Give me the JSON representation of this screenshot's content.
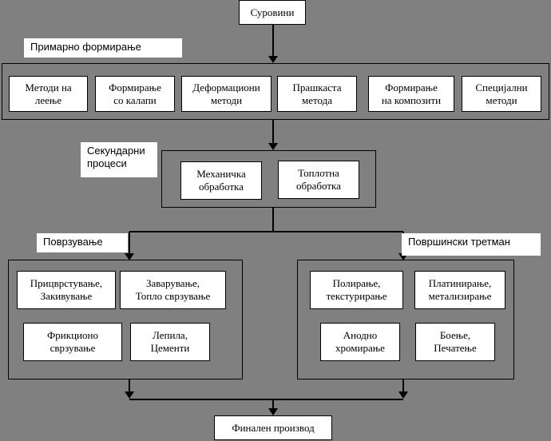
{
  "colors": {
    "background": "#808080",
    "box_fill": "#ffffff",
    "line": "#000000"
  },
  "diagram": {
    "raw_materials": "Суровини",
    "final_product": "Финален производ",
    "primary": {
      "title": "Примарно формирање",
      "items": [
        "Методи на\nлеење",
        "Формирање\nсо калапи",
        "Деформациони\nметоди",
        "Прашкаста\nметода",
        "Формирање\nна композити",
        "Специјални\nметоди"
      ]
    },
    "secondary": {
      "title": "Секундарни\nпроцеси",
      "items": [
        "Механичка\nобработка",
        "Топлотна\nобработка"
      ]
    },
    "joining": {
      "title": "Поврзување",
      "items": [
        "Прицврстување,\nЗакивување",
        "Заварување,\nТопло сврзување",
        "Фрикционо\nсврзување",
        "Лепила,\nЦементи"
      ]
    },
    "surface": {
      "title": "Површински третман",
      "items": [
        "Полирање,\nтекстурирање",
        "Платинирање,\nметализирање",
        "Анодно\nхромирање",
        "Боење,\nПечатење"
      ]
    }
  }
}
